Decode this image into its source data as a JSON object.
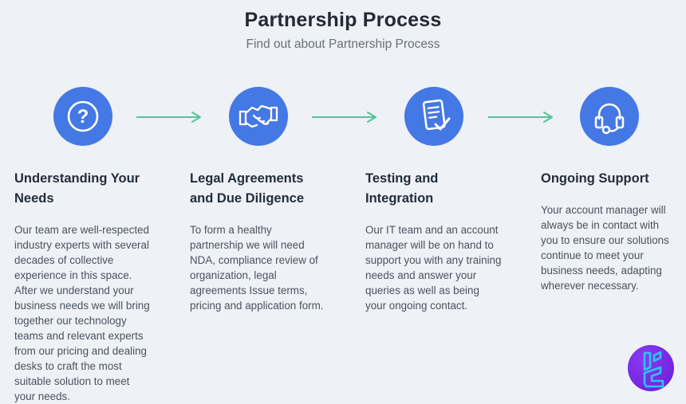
{
  "header": {
    "title": "Partnership Process",
    "subtitle": "Find out about Partnership Process"
  },
  "steps": [
    {
      "icon": "question-circle-icon",
      "title": "Understanding Your Needs",
      "description": "Our team are well-respected industry experts with several decades of collective experience in this space. After we understand your business needs we will bring together our technology teams and relevant experts from our pricing and dealing desks to craft the most suitable solution to meet your needs."
    },
    {
      "icon": "handshake-icon",
      "title": "Legal Agreements and Due Diligence",
      "description": "To form a healthy partnership we will need NDA, compliance review of organization, legal agreements Issue terms, pricing and application form."
    },
    {
      "icon": "document-check-icon",
      "title": "Testing and Integration",
      "description": "Our IT team and an account manager will be on hand to support you with any training needs and answer your queries as well as being your ongoing contact."
    },
    {
      "icon": "headset-icon",
      "title": "Ongoing Support",
      "description": "Your account manager will always be in contact with you to ensure our solutions continue to meet your business needs, adapting wherever necessary."
    }
  ],
  "colors": {
    "background": "#eef1f6",
    "step_circle": "#4478e4",
    "icon_stroke": "#ffffff",
    "arrow": "#57c29a",
    "logo_circle": "#7527e2",
    "logo_glyph": "#29c6f4"
  }
}
